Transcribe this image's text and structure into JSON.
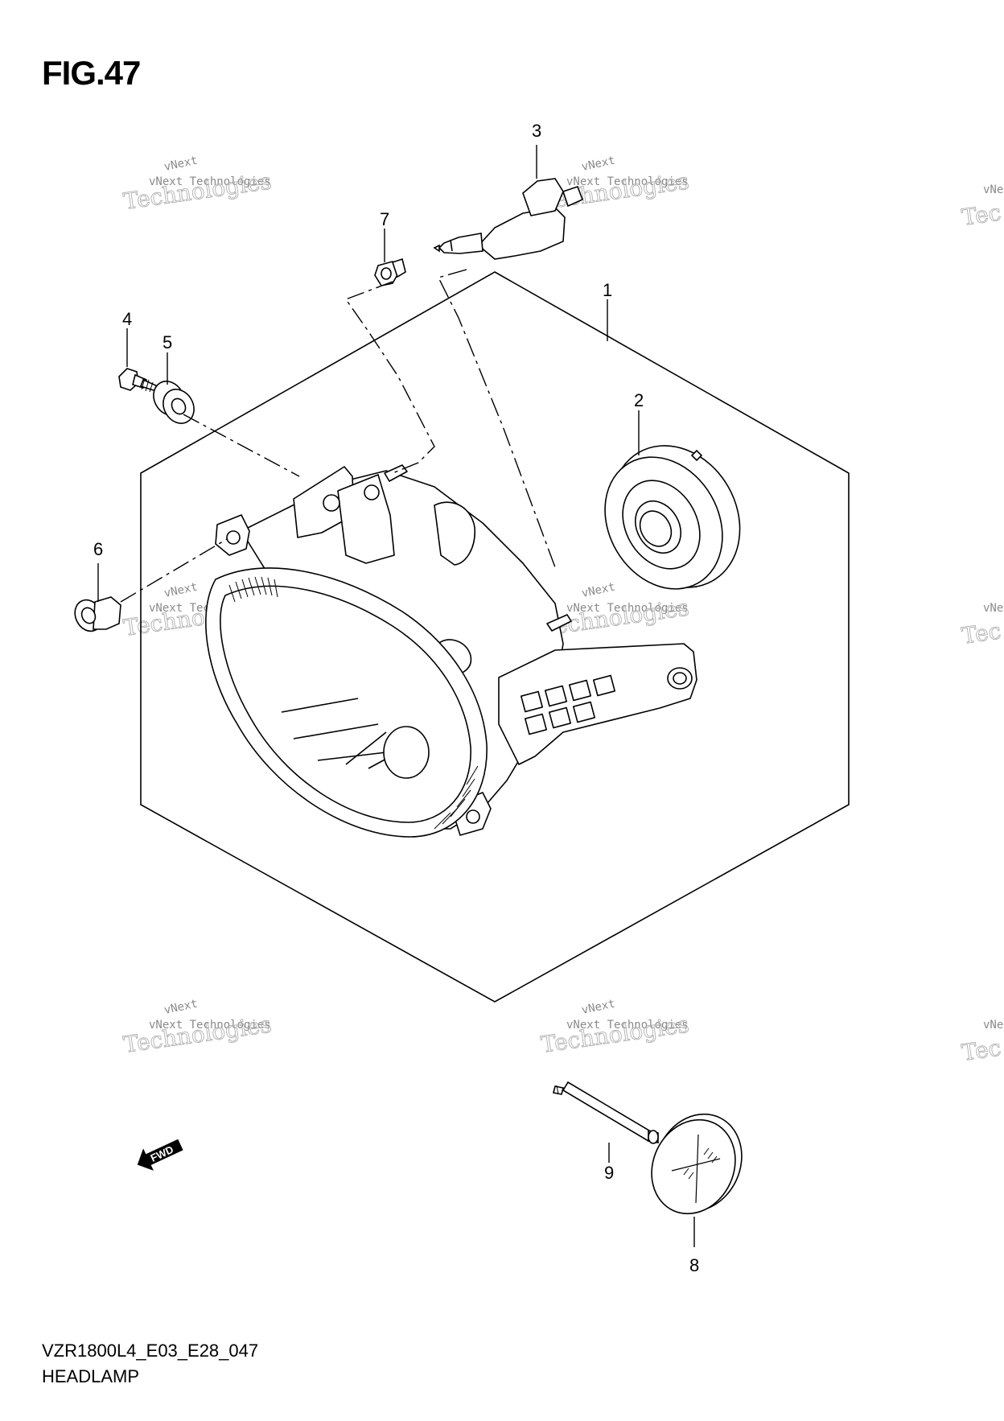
{
  "figure": {
    "title": "FIG.47",
    "code": "VZR1800L4_E03_E28_047",
    "name": "HEADLAMP"
  },
  "callouts": [
    {
      "id": "1",
      "label": "1",
      "part": "headlamp-assembly"
    },
    {
      "id": "2",
      "label": "2",
      "part": "socket-cover"
    },
    {
      "id": "3",
      "label": "3",
      "part": "bulb"
    },
    {
      "id": "4",
      "label": "4",
      "part": "screw"
    },
    {
      "id": "5",
      "label": "5",
      "part": "cushion"
    },
    {
      "id": "6",
      "label": "6",
      "part": "grommet"
    },
    {
      "id": "7",
      "label": "7",
      "part": "clip"
    },
    {
      "id": "8",
      "label": "8",
      "part": "cap"
    },
    {
      "id": "9",
      "label": "9",
      "part": "adjusting-bolt"
    }
  ],
  "direction_marker": {
    "label": "FWD",
    "icon": "forward-arrow-icon"
  },
  "watermark": {
    "line1": "vNext",
    "line2": "vNext Technologies",
    "line3": "Technologies",
    "color": "#8a8a8a"
  }
}
